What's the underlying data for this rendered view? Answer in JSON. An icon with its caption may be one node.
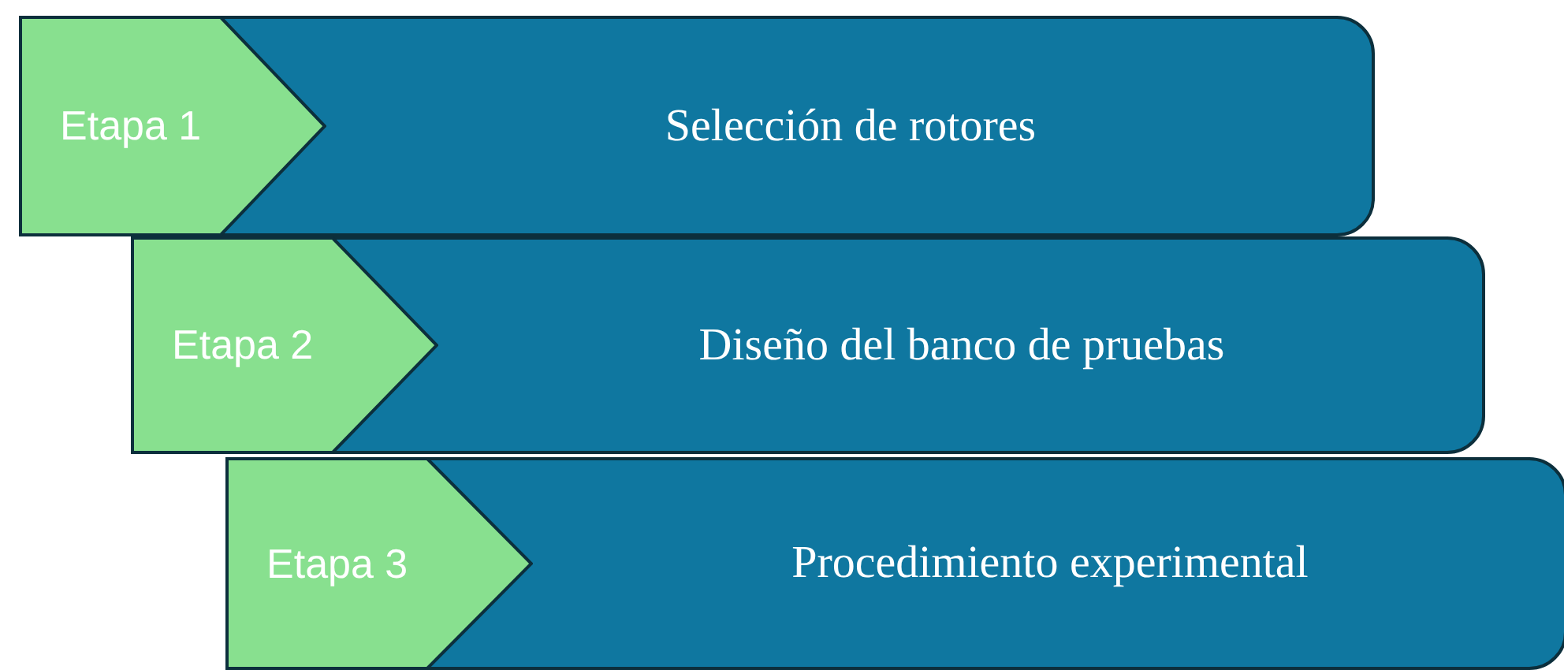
{
  "diagram": {
    "nodes": [
      {
        "text": [
          "Etapa 1"
        ]
      },
      {
        "text": [
          "Selección de rotores"
        ]
      },
      {
        "text": [
          "Etapa 2"
        ]
      },
      {
        "text": [
          "Diseño del banco de pruebas"
        ]
      },
      {
        "text": [
          "Etapa 3"
        ]
      },
      {
        "text": [
          "Procedimiento experimental"
        ]
      }
    ]
  }
}
